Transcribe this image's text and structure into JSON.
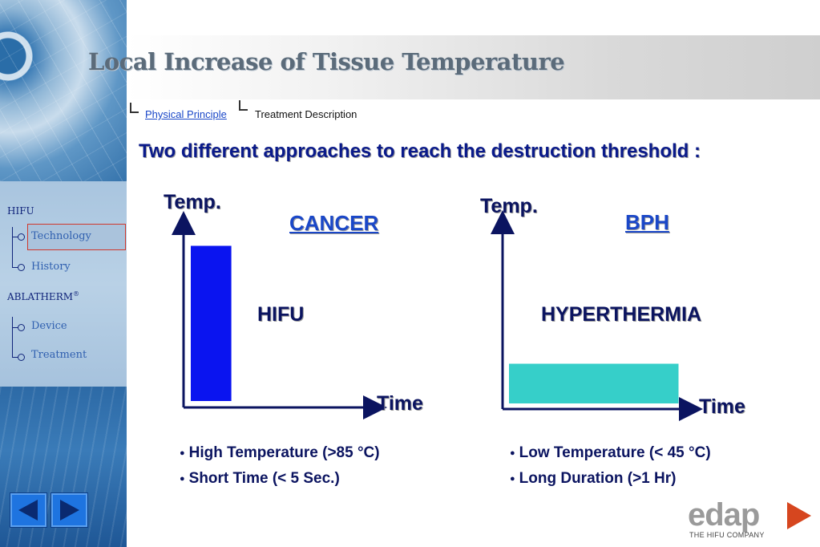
{
  "header": {
    "title": "Local Increase of Tissue Temperature",
    "tabs": [
      {
        "label": "Physical Principle",
        "active": true
      },
      {
        "label": "Treatment Description",
        "active": false
      }
    ]
  },
  "headline": "Two different approaches to reach the destruction threshold :",
  "sidebar": {
    "sections": [
      {
        "label": "HIFU",
        "items": [
          "Technology",
          "History"
        ]
      },
      {
        "label": "ABLATHERM",
        "superscript": "®",
        "items": [
          "Device",
          "Treatment"
        ]
      }
    ],
    "active_item": "Technology",
    "nav_arrows": [
      "left-arrow-icon",
      "right-arrow-icon"
    ]
  },
  "charts": [
    {
      "title": "CANCER",
      "ylabel": "Temp.",
      "xlabel": "Time",
      "modality": "HIFU",
      "bar_color": "#0a14f0",
      "bar": {
        "temperature": "high",
        "duration": "short"
      },
      "bullets": [
        "High Temperature (>85 °C)",
        "Short Time (< 5 Sec.)"
      ]
    },
    {
      "title": "BPH",
      "ylabel": "Temp.",
      "xlabel": "Time",
      "modality": "HYPERTHERMIA",
      "bar_color": "#36cfc9",
      "bar": {
        "temperature": "low",
        "duration": "long"
      },
      "bullets": [
        "Low Temperature (< 45 °C)",
        "Long Duration  (>1 Hr)"
      ]
    }
  ],
  "logo": {
    "word": "edap",
    "tagline": "THE HIFU COMPANY",
    "accent": "#d6461f"
  },
  "colors": {
    "title_text": "#5b6b7a",
    "headline": "#0a1a8a",
    "link": "#1a47c8",
    "nav_active_border": "#d0382c"
  }
}
